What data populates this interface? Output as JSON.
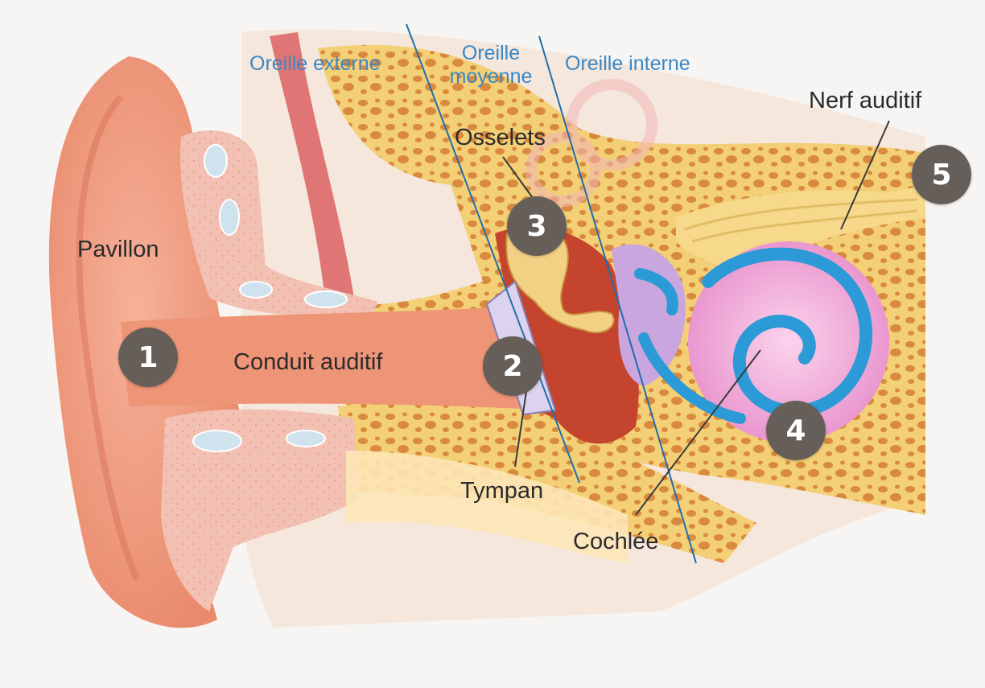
{
  "regions": {
    "outer": "Oreille externe",
    "middle_line1": "Oreille",
    "middle_line2": "moyenne",
    "inner": "Oreille interne"
  },
  "labels": {
    "pavillon": "Pavillon",
    "conduit": "Conduit auditif",
    "osselets": "Osselets",
    "tympan": "Tympan",
    "cochlee": "Cochlée",
    "nerf": "Nerf auditif"
  },
  "markers": [
    "1",
    "2",
    "3",
    "4",
    "5"
  ],
  "colors": {
    "region_text": "#3a88c6",
    "label_text": "#2b2b2b",
    "marker_fill": "#665f59",
    "skin": "#ee9a7e",
    "bone": "#f0c76a",
    "cochlea": "#f0a6d6",
    "canal_blue": "#2c9ad6"
  }
}
